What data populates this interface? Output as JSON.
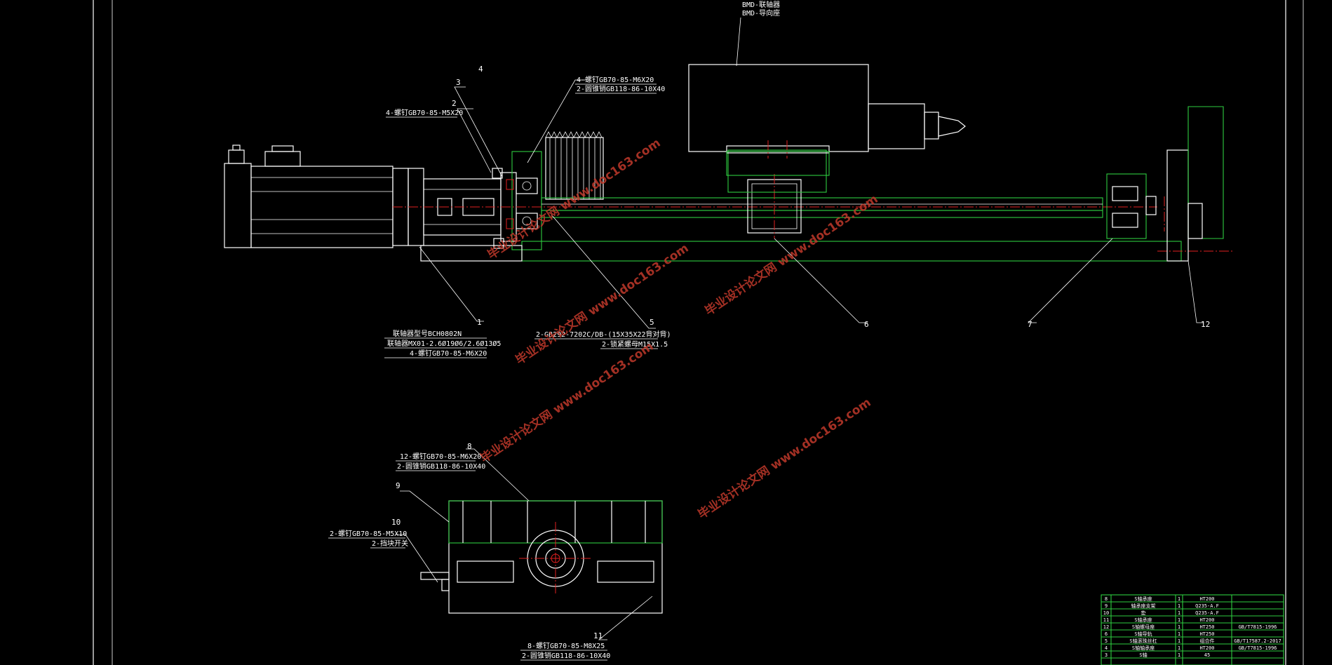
{
  "title_block": {
    "spindle_note_1": "BMD-联轴器",
    "spindle_note_2": "BMD-导向座"
  },
  "balloons": {
    "b1": "1",
    "b2": "2",
    "b3": "3",
    "b4": "4",
    "b5": "5",
    "b6": "6",
    "b7": "7",
    "b8": "8",
    "b9": "9",
    "b10": "10",
    "b11": "11",
    "b12": "12"
  },
  "callouts": {
    "c2": "4-螺钉GB70-85-M5X20",
    "c4_1": "4-螺钉GB70-85-M6X20",
    "c4_2": "2-圆锥销GB118-86-10X40",
    "c1_1": "联轴器型号BCH0802N",
    "c1_2": "联轴器MX01-2.6Ø19Ø6/2.6Ø13Ø5",
    "c1_3": "4-螺钉GB70-85-M6X20",
    "c5_1": "2-GB292-7202C/DB-(15X35X22背对背)",
    "c5_2": "2-锁紧螺母M15X1.5",
    "c8_1": "12-螺钉GB70-85-M6X20",
    "c8_2": "2-圆锥销GB118-86-10X40",
    "c10_1": "2-螺钉GB70-85-M5X10",
    "c10_2": "2-挡块开关",
    "c11_1": "8-螺钉GB70-85-M8X25",
    "c11_2": "2-圆锥销GB118-86-10X40"
  },
  "watermarks": {
    "w1": "毕业设计论文网 www.doc163.com",
    "w2": "毕业设计论文网 www.doc163.com",
    "w3": "毕业设计论文网 www.doc163.com",
    "w4": "毕业设计论文网 www.doc163.com",
    "w5": "毕业设计论文网 www.doc163.com"
  },
  "parts_table": {
    "rows": [
      {
        "no": "8",
        "name": "S轴承座",
        "qty": "1",
        "material": "HT200",
        "standard": ""
      },
      {
        "no": "9",
        "name": "轴承座支架",
        "qty": "1",
        "material": "Q235-A.F",
        "standard": ""
      },
      {
        "no": "10",
        "name": "垫",
        "qty": "1",
        "material": "Q235-A.F",
        "standard": ""
      },
      {
        "no": "11",
        "name": "S轴承座",
        "qty": "1",
        "material": "HT200",
        "standard": ""
      },
      {
        "no": "12",
        "name": "S轴螺母座",
        "qty": "1",
        "material": "HT250",
        "standard": "GB/T7815-1996"
      },
      {
        "no": "6",
        "name": "S轴导轨",
        "qty": "1",
        "material": "HT250",
        "standard": ""
      },
      {
        "no": "5",
        "name": "S轴滚珠丝杠",
        "qty": "1",
        "material": "组合件",
        "standard": "GB/T17587.2-2017"
      },
      {
        "no": "4",
        "name": "S轴轴承座",
        "qty": "1",
        "material": "HT200",
        "standard": "GB/T7815-1996"
      },
      {
        "no": "3",
        "name": "S轴",
        "qty": "1",
        "material": "45",
        "standard": ""
      }
    ]
  }
}
